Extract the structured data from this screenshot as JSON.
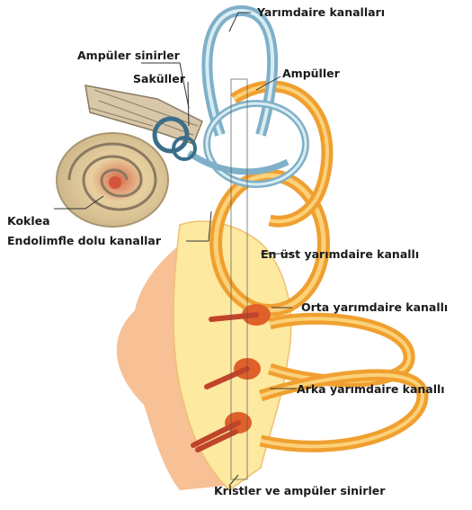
{
  "labels": {
    "semicircular_canals": "Yarımdaire kanalları",
    "ampullary_nerves": "Ampüler sinirler",
    "saccules": "Saküller",
    "ampullae": "Ampüller",
    "cochlea": "Koklea",
    "endolymph_canals": "Endolimfle dolu kanallar",
    "superior_canal": "En üst yarımdaire kanallı",
    "middle_canal": "Orta yarımdaire kanallı",
    "posterior_canal": "Arka yarımdaire kanallı",
    "cristae": "Kristler ve ampüler sinirler"
  },
  "colors": {
    "canal_orange": "#f0a030",
    "canal_light": "#fbd27a",
    "vestibule_yellow": "#fde9a0",
    "skin_peach": "#f6b98a",
    "nerve_red": "#c0442a",
    "membrane_blue": "#7fb0c8",
    "cochlea_tan": "#d9c49a",
    "leader_line": "#333333"
  }
}
